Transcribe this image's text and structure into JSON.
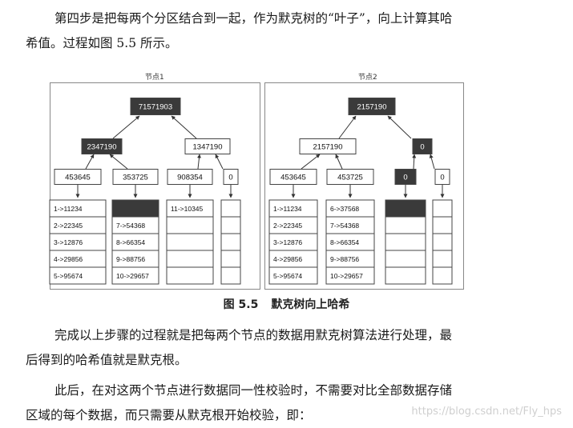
{
  "paragraphs": {
    "p1": [
      "第四步是把每两个分区结合到一起，作为默克树的“叶子”，向上计算其哈",
      "希值。过程如图 5.5 所示。"
    ],
    "p2": [
      "完成以上步骤的过程就是把每两个节点的数据用默克树算法进行处理，最",
      "后得到的哈希值就是默克根。"
    ],
    "p3": [
      "此后，在对这两个节点进行数据同一性校验时，不需要对比全部数据存储",
      "区域的每个数据，而只需要从默克根开始校验，即："
    ]
  },
  "figure": {
    "caption_number": "图 5.5",
    "caption_text": "默克树向上哈希",
    "node1": {
      "title": "节点1",
      "root": "71571903",
      "level1": [
        "2347190",
        "1347190"
      ],
      "leaves": [
        "453645",
        "353725",
        "908354",
        "0"
      ],
      "tables": [
        [
          "1->11234",
          "2->22345",
          "3->12876",
          "4->29856",
          "5->95674"
        ],
        [
          "",
          "7->54368",
          "8->66354",
          "9->88756",
          "10->29657"
        ],
        [
          "11->10345",
          "",
          "",
          "",
          ""
        ],
        [
          "",
          "",
          "",
          "",
          ""
        ]
      ]
    },
    "node2": {
      "title": "节点2",
      "root": "2157190",
      "level1": [
        "2157190",
        "0"
      ],
      "leaves": [
        "453645",
        "453725",
        "0",
        "0"
      ],
      "tables": [
        [
          "1->11234",
          "2->22345",
          "3->12876",
          "4->29856",
          "5->95674"
        ],
        [
          "6->37568",
          "7->54368",
          "8->66354",
          "9->88756",
          "10->29657"
        ],
        [
          "",
          "",
          "",
          "",
          ""
        ],
        [
          "",
          "",
          "",
          "",
          ""
        ]
      ]
    }
  },
  "watermark": "https://blog.csdn.net/Fly_hps",
  "colors": {
    "dark_fill": "#3a3a3a",
    "line": "#444444"
  }
}
